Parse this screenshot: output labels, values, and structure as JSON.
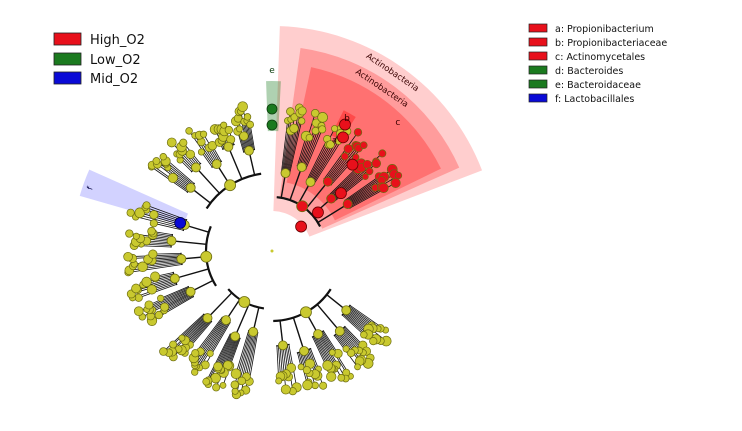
{
  "colors": {
    "high": "#e8101b",
    "low": "#1b7a1f",
    "mid": "#0a0ad6",
    "node": "#c9c92f",
    "node_stroke": "#6c6c10",
    "branch": "#111111"
  },
  "class_legend": [
    {
      "label": "High_O2",
      "color_key": "high"
    },
    {
      "label": "Low_O2",
      "color_key": "low"
    },
    {
      "label": "Mid_O2",
      "color_key": "mid"
    }
  ],
  "taxa_legend": [
    {
      "label": "a: Propionibacterium",
      "color_key": "high"
    },
    {
      "label": "b: Propionibacteriaceae",
      "color_key": "high"
    },
    {
      "label": "c: Actinomycetales",
      "color_key": "high"
    },
    {
      "label": "d: Bacteroides",
      "color_key": "low"
    },
    {
      "label": "e: Bacteroidaceae",
      "color_key": "low"
    },
    {
      "label": "f: Lactobacillales",
      "color_key": "mid"
    }
  ],
  "clade_labels": {
    "phylum": "Actinobacteria",
    "class": "Actinobacteria",
    "order": "c",
    "family": "b",
    "genus": "a",
    "low_family": "e",
    "mid_order": "f"
  }
}
